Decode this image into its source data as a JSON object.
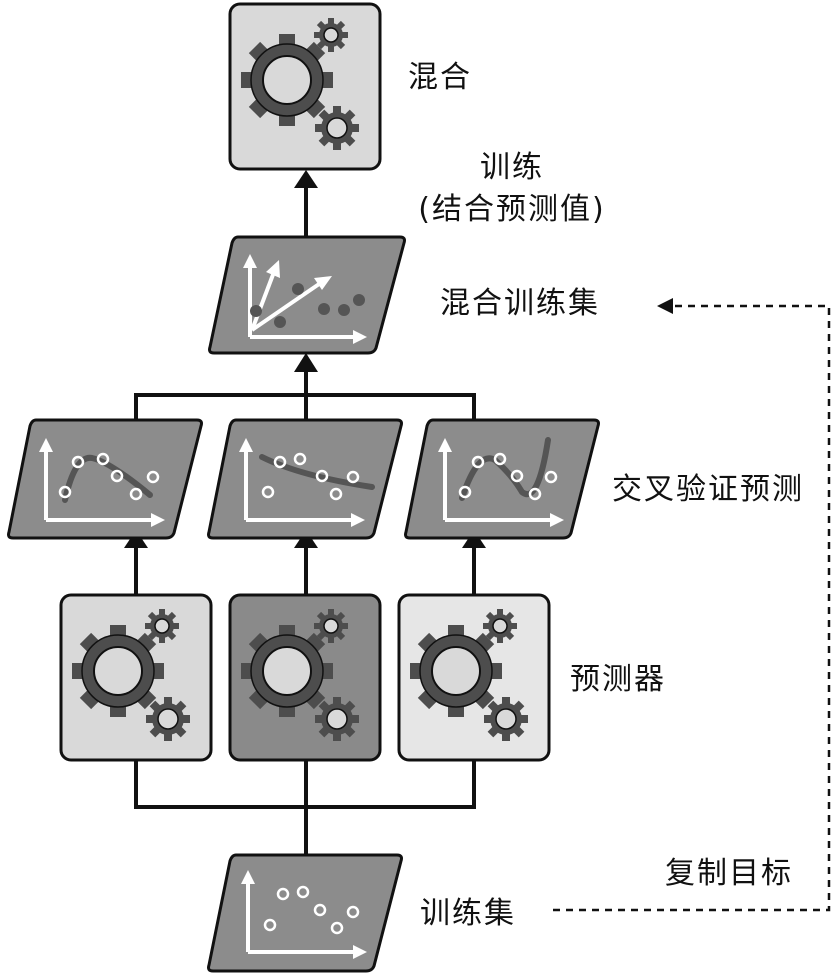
{
  "labels": {
    "blender": "混合",
    "train_line1": "训练",
    "train_line2": "(结合预测值)",
    "blend_set": "混合训练集",
    "cv_predictions": "交叉验证预测",
    "predictors": "预测器",
    "copy_targets": "复制目标",
    "training_set": "训练集"
  },
  "colors": {
    "light_box": "#d9d9d9",
    "dark_box": "#8a8a8a",
    "light_box_2": "#e6e6e6",
    "parallelogram": "#8c8c8c",
    "gear": "#4d4d4d",
    "stroke": "#111111"
  },
  "icons": [
    "gear-icon",
    "scatter-plot-icon",
    "curve-plot-icon",
    "arrow-icon"
  ]
}
